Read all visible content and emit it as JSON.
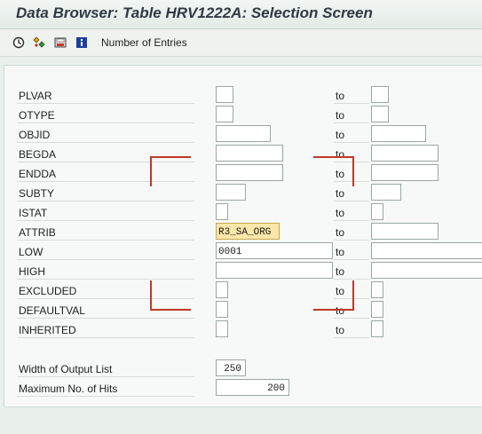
{
  "window": {
    "title": "Data Browser: Table HRV1222A: Selection Screen"
  },
  "toolbar": {
    "icons": [
      "execute-icon",
      "selection-options-icon",
      "save-variant-icon",
      "info-icon"
    ],
    "number_of_entries_label": "Number of Entries"
  },
  "selection": {
    "to_label": "to",
    "fields": [
      {
        "label": "PLVAR",
        "low": "",
        "high": ""
      },
      {
        "label": "OTYPE",
        "low": "",
        "high": ""
      },
      {
        "label": "OBJID",
        "low": "",
        "high": ""
      },
      {
        "label": "BEGDA",
        "low": "",
        "high": ""
      },
      {
        "label": "ENDDA",
        "low": "",
        "high": ""
      },
      {
        "label": "SUBTY",
        "low": "",
        "high": ""
      },
      {
        "label": "ISTAT",
        "low": "",
        "high": ""
      },
      {
        "label": "ATTRIB",
        "low": "R3_SA_ORG",
        "high": ""
      },
      {
        "label": "LOW",
        "low": "0001",
        "high": ""
      },
      {
        "label": "HIGH",
        "low": "",
        "high": ""
      },
      {
        "label": "EXCLUDED",
        "low": "",
        "high": ""
      },
      {
        "label": "DEFAULTVAL",
        "low": "",
        "high": ""
      },
      {
        "label": "INHERITED",
        "low": "",
        "high": ""
      }
    ]
  },
  "output": {
    "width_label": "Width of Output List",
    "width_value": "250",
    "max_hits_label": "Maximum No. of Hits",
    "max_hits_value": "200"
  },
  "colors": {
    "annotation": "#c0392b",
    "highlight": "#fbe7a9"
  }
}
